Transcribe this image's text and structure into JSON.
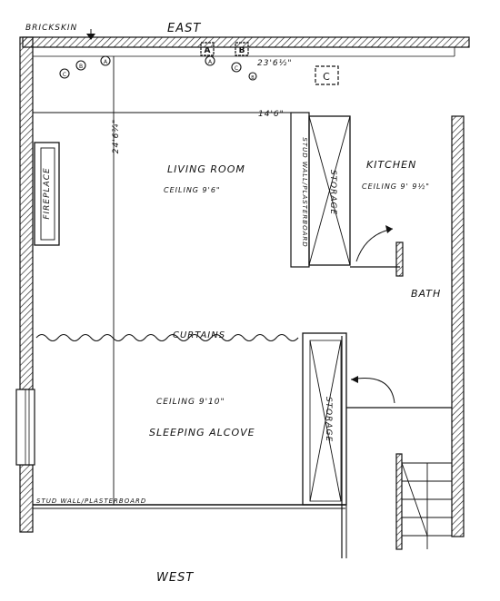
{
  "compass": {
    "east": "EAST",
    "west": "WEST"
  },
  "notes": {
    "brickskin": "BRICKSKIN"
  },
  "dimensions": {
    "top_run": "23'6½\"",
    "room_width": "14'6\"",
    "room_depth": "24'6¾\""
  },
  "rooms": {
    "living": {
      "name": "LIVING ROOM",
      "ceiling": "CEILING 9'6\""
    },
    "kitchen": {
      "name": "KITCHEN",
      "ceiling": "CEILING 9' 9½\""
    },
    "bath": {
      "name": "BATH"
    },
    "sleeping": {
      "name": "SLEEPING ALCOVE",
      "ceiling": "CEILING 9'10\""
    }
  },
  "fixtures": {
    "fireplace": "FIREPLACE",
    "storage_upper": "STORAGE",
    "storage_lower": "STORAGE",
    "curtains": "CURTAINS",
    "stud_wall_vertical": "STUD WALL/PLASTERBOARD",
    "stud_wall_bottom": "STUD WALL/PLASTERBOARD"
  },
  "markers": {
    "a_box": "A",
    "b_box": "B",
    "c_box": "C",
    "a": "A",
    "b": "B",
    "c": "C"
  }
}
